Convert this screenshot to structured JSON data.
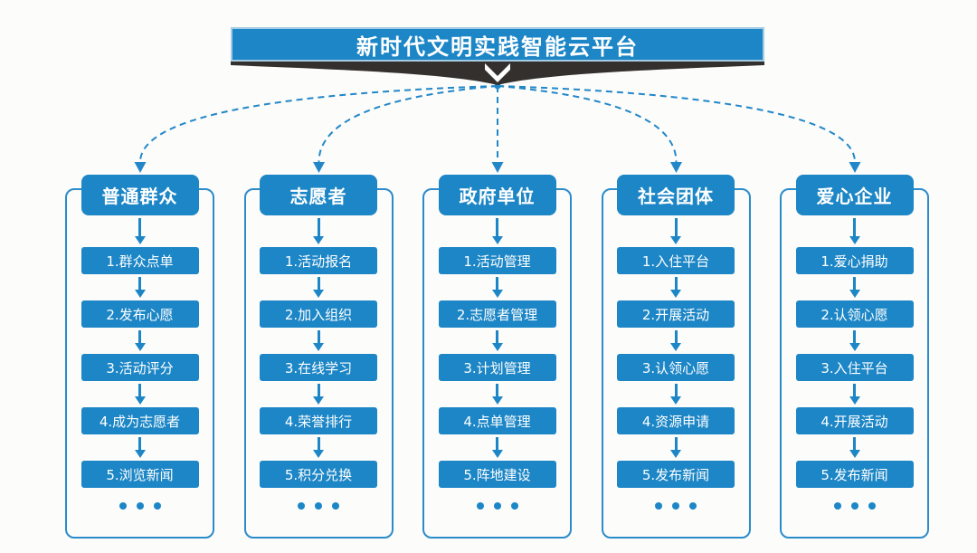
{
  "title": {
    "text": "新时代文明实践智能云平台"
  },
  "colors": {
    "primary": "#1c86c6",
    "dark_band": "#34302d",
    "background": "#fcfcfa",
    "text_on_primary": "#ffffff"
  },
  "diagram": {
    "type": "flowchart",
    "root": "新时代文明实践智能云平台",
    "more_indicator": "...",
    "columns": [
      {
        "header": "普通群众",
        "items": [
          "1.群众点单",
          "2.发布心愿",
          "3.活动评分",
          "4.成为志愿者",
          "5.浏览新闻"
        ],
        "more": "..."
      },
      {
        "header": "志愿者",
        "items": [
          "1.活动报名",
          "2.加入组织",
          "3.在线学习",
          "4.荣誉排行",
          "5.积分兑换"
        ],
        "more": "..."
      },
      {
        "header": "政府单位",
        "items": [
          "1.活动管理",
          "2.志愿者管理",
          "3.计划管理",
          "4.点单管理",
          "5.阵地建设"
        ],
        "more": "..."
      },
      {
        "header": "社会团体",
        "items": [
          "1.入住平台",
          "2.开展活动",
          "3.认领心愿",
          "4.资源申请",
          "5.发布新闻"
        ],
        "more": "..."
      },
      {
        "header": "爱心企业",
        "items": [
          "1.爱心捐助",
          "2.认领心愿",
          "3.入住平台",
          "4.开展活动",
          "5.发布新闻"
        ],
        "more": "..."
      }
    ]
  }
}
